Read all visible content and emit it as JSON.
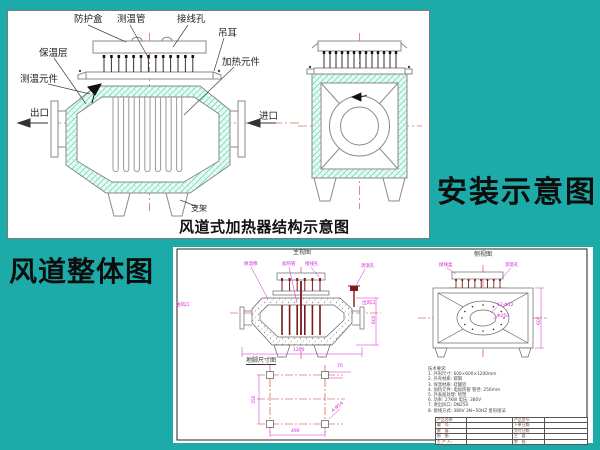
{
  "colors": {
    "background_teal": "#1caba8",
    "insulation_hatch_green": "#79e0c0",
    "centerline_red": "#e06a6a",
    "cad_red": "#cc3333",
    "cad_magenta": "#d622d6",
    "heater_dark_red": "#7a1a1a"
  },
  "titles": {
    "install": "安装示意图",
    "duct": "风道整体图"
  },
  "panel1": {
    "caption": "风道式加热器结构示意图",
    "labels": {
      "protective_box": "防护盒",
      "temp_tube": "测温管",
      "wiring_hole": "接线孔",
      "lifting_lug": "吊耳",
      "insulation": "保温层",
      "heating_element": "加热元件",
      "temp_sensor": "测温元件",
      "outlet": "出口",
      "inlet": "进口",
      "support": "支架"
    }
  },
  "panel2": {
    "views": {
      "main": "主视图",
      "side": "侧视图",
      "foundation": "地脚尺寸图"
    },
    "main_labels": {
      "insulation": "保温棉",
      "heater_tube": "加热管",
      "junction": "接线孔",
      "temp_port": "测温孔",
      "air_in": "进风口",
      "air_out": "出风口"
    },
    "side_labels": {
      "junction_box": "接线盒",
      "temp_port": "测温孔",
      "bolt_circle": "12-Φ12",
      "flange_dia": "Φ250"
    },
    "dims": {
      "main_length": "1200",
      "main_height": "600",
      "side_height": "600",
      "found_width": "490",
      "found_depth": "350",
      "found_offset": "70",
      "anchor_bolts": "4-Φ14"
    },
    "notes": {
      "title": "技术要求:",
      "line1": "1. 外形尺寸: 600×600×1200mm",
      "line2": "2. 外壳材质: 碳钢",
      "line3": "3. 保温材质: 硅酸铝",
      "line4": "4. 加热元件: 电加热管  管径: 250mm",
      "line5": "5. 外表面处理: 喷塑",
      "line6": "6. 功率: 27KW   电压: 380V",
      "line7": "7. 进出风口: DN250",
      "line8": "8. 接线方式: 380V 3N~50HZ 星形接法"
    },
    "titleblock": {
      "rows": [
        {
          "l1": "产品名称:",
          "v1": "",
          "l2": "产品型号:",
          "v2": ""
        },
        {
          "l1": "编　号:",
          "v1": "",
          "l2": "下单日期:",
          "v2": ""
        },
        {
          "l1": "数　量:",
          "v1": "",
          "l2": "交付日期:",
          "v2": ""
        },
        {
          "l1": "制　图:",
          "v1": "",
          "l2": "主　管:",
          "v2": ""
        },
        {
          "l1": "生 产 人:",
          "v1": "",
          "l2": "审　核:",
          "v2": ""
        }
      ]
    }
  }
}
